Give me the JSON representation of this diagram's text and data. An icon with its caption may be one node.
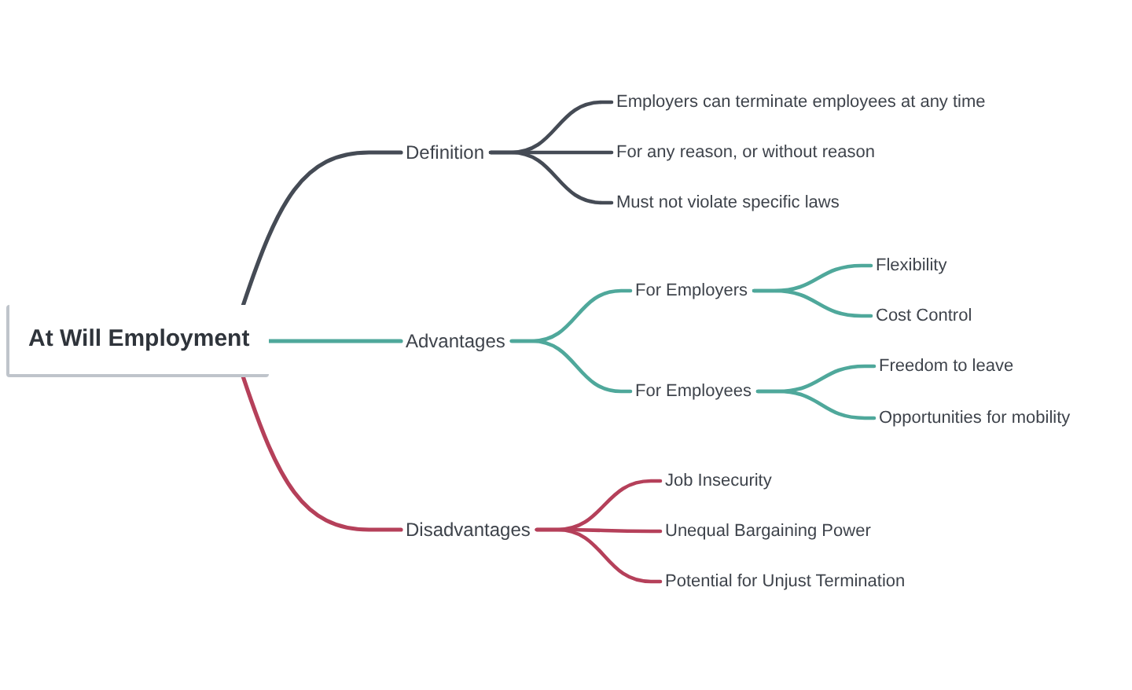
{
  "diagram": {
    "nodes": [
      {
        "text": [
          "At Will Employment"
        ]
      },
      {
        "text": [
          "Definition"
        ]
      },
      {
        "text": [
          "Employers can terminate employees at any time"
        ]
      },
      {
        "text": [
          "For any reason, or without reason"
        ]
      },
      {
        "text": [
          "Must not violate specific laws"
        ]
      },
      {
        "text": [
          "Advantages"
        ]
      },
      {
        "text": [
          "For Employers"
        ]
      },
      {
        "text": [
          "Flexibility"
        ]
      },
      {
        "text": [
          "Cost Control"
        ]
      },
      {
        "text": [
          "For Employees"
        ]
      },
      {
        "text": [
          "Freedom to leave"
        ]
      },
      {
        "text": [
          "Opportunities for mobility"
        ]
      },
      {
        "text": [
          "Disadvantages"
        ]
      },
      {
        "text": [
          "Job Insecurity"
        ]
      },
      {
        "text": [
          "Unequal Bargaining Power"
        ]
      },
      {
        "text": [
          "Potential for Unjust Termination"
        ]
      }
    ],
    "edges": [
      {
        "from": 0,
        "to": 1,
        "arrow": "none",
        "color": "#454b55"
      },
      {
        "from": 1,
        "to": 2,
        "arrow": "none",
        "color": "#454b55"
      },
      {
        "from": 1,
        "to": 3,
        "arrow": "none",
        "color": "#454b55"
      },
      {
        "from": 1,
        "to": 4,
        "arrow": "none",
        "color": "#454b55"
      },
      {
        "from": 0,
        "to": 5,
        "arrow": "none"
      },
      {
        "from": 5,
        "to": 6,
        "arrow": "none"
      },
      {
        "from": 6,
        "to": 7,
        "arrow": "none"
      },
      {
        "from": 6,
        "to": 8,
        "arrow": "none"
      },
      {
        "from": 5,
        "to": 9,
        "arrow": "none"
      },
      {
        "from": 9,
        "to": 10,
        "arrow": "none"
      },
      {
        "from": 9,
        "to": 11,
        "arrow": "none"
      },
      {
        "from": 0,
        "to": 12,
        "arrow": "none",
        "color": "#b5405a"
      },
      {
        "from": 12,
        "to": 13,
        "arrow": "none",
        "color": "#b5405a"
      },
      {
        "from": 12,
        "to": 14,
        "arrow": "none",
        "color": "#b5405a"
      },
      {
        "from": 12,
        "to": 15,
        "arrow": "none",
        "color": "#b5405a"
      }
    ]
  }
}
